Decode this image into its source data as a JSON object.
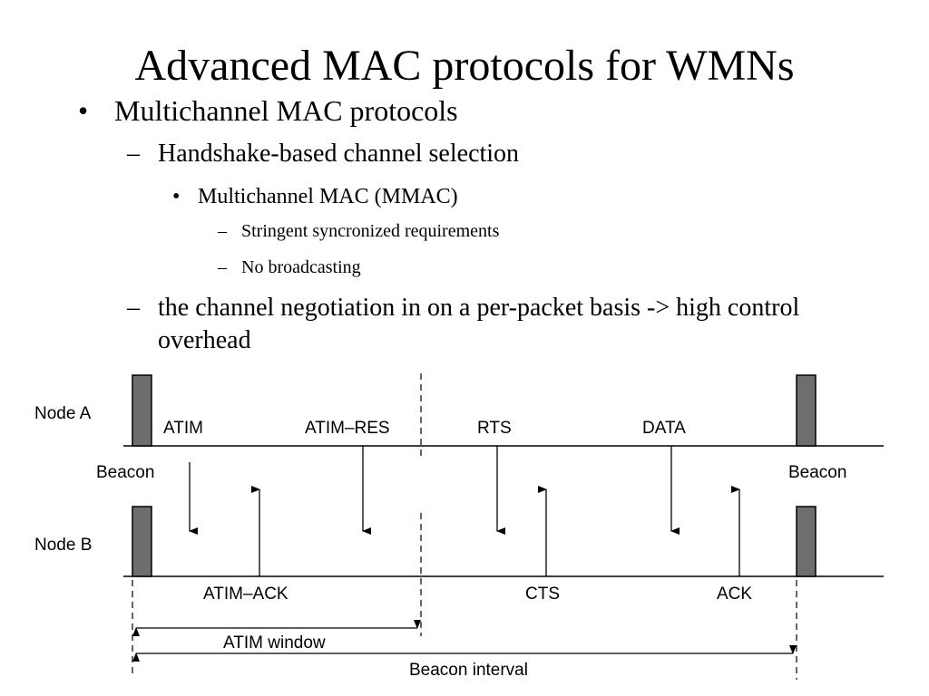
{
  "slide": {
    "title": "Advanced MAC protocols for WMNs"
  },
  "bullets": {
    "b1": {
      "mark": "•",
      "text": "Multichannel MAC protocols"
    },
    "b2": {
      "mark": "–",
      "text": "Handshake-based channel selection"
    },
    "b3": {
      "mark": "•",
      "text": "Multichannel MAC (MMAC)"
    },
    "b4": {
      "mark": "–",
      "text": "Stringent syncronized requirements"
    },
    "b5": {
      "mark": "–",
      "text": "No broadcasting"
    },
    "b6": {
      "mark": "–",
      "text": "the channel negotiation in on a per-packet basis -> high control overhead"
    }
  },
  "diagram": {
    "node_a": "Node A",
    "node_b": "Node B",
    "beacon_left": "Beacon",
    "beacon_right": "Beacon",
    "atim": "ATIM",
    "atim_res": "ATIM–RES",
    "rts": "RTS",
    "data": "DATA",
    "atim_ack": "ATIM–ACK",
    "cts": "CTS",
    "ack": "ACK",
    "atim_window": "ATIM window",
    "beacon_interval": "Beacon interval",
    "colors": {
      "beacon_fill": "#6e6e6e",
      "line": "#000000"
    }
  }
}
